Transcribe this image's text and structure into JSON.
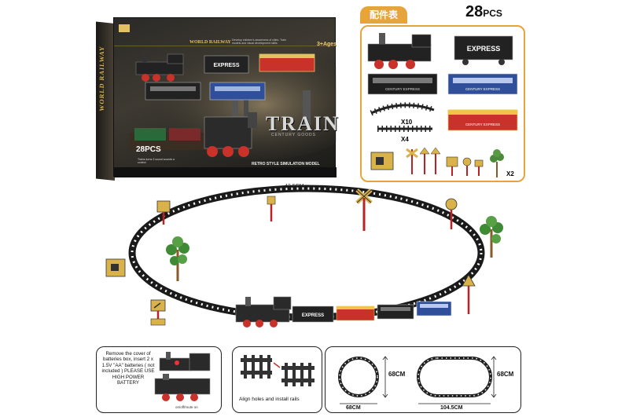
{
  "box": {
    "brand": "WORLD RAILWAY",
    "age": "3+Ages",
    "title": "TRAIN",
    "subtitle": "CENTURY GOODS",
    "pieces": "28PCS",
    "footer": "RETRO STYLE SIMULATION MODEL",
    "side_text": "WORLD RAILWAY",
    "width_label": "42.5CM",
    "description": "Develop children's awareness of cities. Train models and visual development skills",
    "icon_notes": "Trains turns 3 sound sounds a control"
  },
  "parts": {
    "header": "配件表",
    "count": "28",
    "count_unit": "PCS",
    "items": [
      {
        "name": "locomotive",
        "label": ""
      },
      {
        "name": "express-tender",
        "label": "EXPRESS"
      },
      {
        "name": "passenger-car-black",
        "label": "CENTURY EXPRESS"
      },
      {
        "name": "passenger-car-blue",
        "label": "CENTURY EXPRESS"
      },
      {
        "name": "curved-rail",
        "label": "X10"
      },
      {
        "name": "straight-rail",
        "label": "X4"
      },
      {
        "name": "passenger-car-red",
        "label": "CENTURY EXPRESS"
      },
      {
        "name": "signs-and-trees",
        "label": "X2"
      }
    ]
  },
  "train": {
    "tender_label": "EXPRESS"
  },
  "instructions": {
    "battery": "Remove the cover of batteries box, insert 2 x 1.5V \"AA\" batteries ( not included ) PLEASE USE HIGH POWER BATTERY",
    "onoff": "on/off/mute on",
    "rails": "Align holes and install rails",
    "circle_width": "68CM",
    "circle_height": "68CM",
    "oval_width": "104.5CM",
    "oval_height": "68CM"
  },
  "colors": {
    "accent_orange": "#e8a43c",
    "train_red": "#c8322a",
    "train_blue": "#2f4f9a",
    "track": "#222222"
  }
}
